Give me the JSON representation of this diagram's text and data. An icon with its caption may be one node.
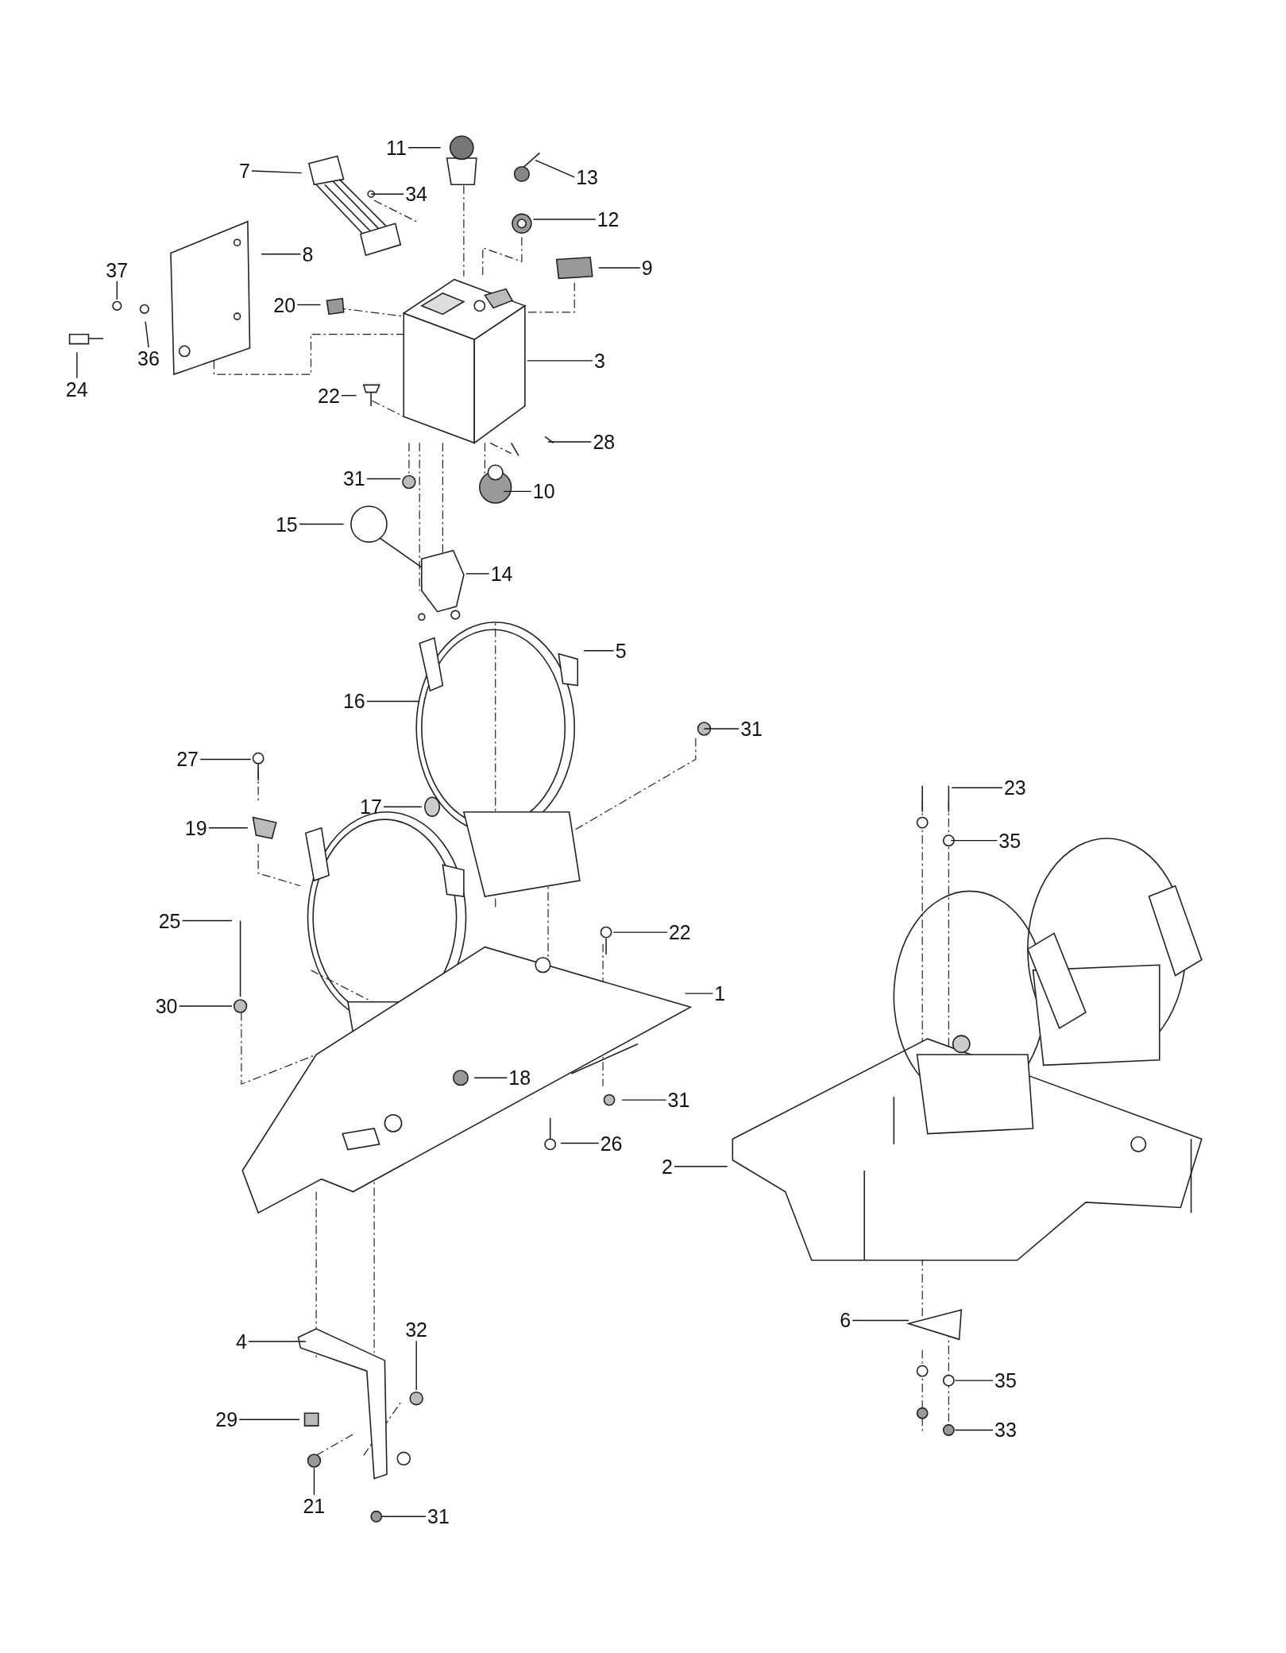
{
  "diagram": {
    "nodes": [
      {
        "text": [
          "11"
        ]
      },
      {
        "text": [
          "7"
        ]
      },
      {
        "text": [
          "13"
        ]
      },
      {
        "text": [
          "34"
        ]
      },
      {
        "text": [
          "12"
        ]
      },
      {
        "text": [
          "8"
        ]
      },
      {
        "text": [
          "9"
        ]
      },
      {
        "text": [
          "37"
        ]
      },
      {
        "text": [
          "20"
        ]
      },
      {
        "text": [
          "36"
        ]
      },
      {
        "text": [
          "3"
        ]
      },
      {
        "text": [
          "24"
        ]
      },
      {
        "text": [
          "22"
        ]
      },
      {
        "text": [
          "28"
        ]
      },
      {
        "text": [
          "31"
        ]
      },
      {
        "text": [
          "10"
        ]
      },
      {
        "text": [
          "15"
        ]
      },
      {
        "text": [
          "14"
        ]
      },
      {
        "text": [
          "5"
        ]
      },
      {
        "text": [
          "16"
        ]
      },
      {
        "text": [
          "31"
        ]
      },
      {
        "text": [
          "27"
        ]
      },
      {
        "text": [
          "23"
        ]
      },
      {
        "text": [
          "17"
        ]
      },
      {
        "text": [
          "19"
        ]
      },
      {
        "text": [
          "35"
        ]
      },
      {
        "text": [
          "25"
        ]
      },
      {
        "text": [
          "22"
        ]
      },
      {
        "text": [
          "1"
        ]
      },
      {
        "text": [
          "30"
        ]
      },
      {
        "text": [
          "18"
        ]
      },
      {
        "text": [
          "31"
        ]
      },
      {
        "text": [
          "26"
        ]
      },
      {
        "text": [
          "2"
        ]
      },
      {
        "text": [
          "6"
        ]
      },
      {
        "text": [
          "32"
        ]
      },
      {
        "text": [
          "4"
        ]
      },
      {
        "text": [
          "35"
        ]
      },
      {
        "text": [
          "29"
        ]
      },
      {
        "text": [
          "33"
        ]
      },
      {
        "text": [
          "21"
        ]
      },
      {
        "text": [
          "31"
        ]
      }
    ],
    "edges": [
      {
        "from": 0,
        "to": null,
        "arrow": "none"
      },
      {
        "from": 1,
        "to": null,
        "arrow": "none"
      },
      {
        "from": 2,
        "to": null,
        "arrow": "none"
      },
      {
        "from": 3,
        "to": null,
        "arrow": "none"
      },
      {
        "from": 4,
        "to": null,
        "arrow": "none"
      },
      {
        "from": 5,
        "to": null,
        "arrow": "none"
      },
      {
        "from": 6,
        "to": null,
        "arrow": "none"
      },
      {
        "from": 7,
        "to": null,
        "arrow": "none"
      },
      {
        "from": 8,
        "to": null,
        "arrow": "none"
      },
      {
        "from": 9,
        "to": null,
        "arrow": "none"
      },
      {
        "from": 10,
        "to": null,
        "arrow": "none"
      },
      {
        "from": 11,
        "to": null,
        "arrow": "none"
      },
      {
        "from": 12,
        "to": null,
        "arrow": "none"
      },
      {
        "from": 13,
        "to": null,
        "arrow": "none"
      },
      {
        "from": 14,
        "to": null,
        "arrow": "none"
      },
      {
        "from": 15,
        "to": null,
        "arrow": "none"
      },
      {
        "from": 16,
        "to": null,
        "arrow": "none"
      },
      {
        "from": 17,
        "to": null,
        "arrow": "none"
      },
      {
        "from": 18,
        "to": null,
        "arrow": "none"
      },
      {
        "from": 19,
        "to": null,
        "arrow": "none"
      },
      {
        "from": 20,
        "to": null,
        "arrow": "none"
      },
      {
        "from": 21,
        "to": null,
        "arrow": "none"
      },
      {
        "from": 22,
        "to": null,
        "arrow": "none"
      },
      {
        "from": 23,
        "to": null,
        "arrow": "none"
      },
      {
        "from": 24,
        "to": null,
        "arrow": "none"
      },
      {
        "from": 25,
        "to": null,
        "arrow": "none"
      },
      {
        "from": 26,
        "to": null,
        "arrow": "none"
      },
      {
        "from": 27,
        "to": null,
        "arrow": "none"
      },
      {
        "from": 28,
        "to": null,
        "arrow": "none"
      },
      {
        "from": 29,
        "to": null,
        "arrow": "none"
      },
      {
        "from": 30,
        "to": null,
        "arrow": "none"
      },
      {
        "from": 31,
        "to": null,
        "arrow": "none"
      },
      {
        "from": 32,
        "to": null,
        "arrow": "none"
      },
      {
        "from": 33,
        "to": null,
        "arrow": "none"
      },
      {
        "from": 34,
        "to": null,
        "arrow": "none"
      },
      {
        "from": 35,
        "to": null,
        "arrow": "none"
      },
      {
        "from": 36,
        "to": null,
        "arrow": "none"
      },
      {
        "from": 37,
        "to": null,
        "arrow": "none"
      },
      {
        "from": 38,
        "to": null,
        "arrow": "none"
      },
      {
        "from": 39,
        "to": null,
        "arrow": "none"
      },
      {
        "from": 40,
        "to": null,
        "arrow": "none"
      },
      {
        "from": 41,
        "to": null,
        "arrow": "none"
      }
    ]
  }
}
